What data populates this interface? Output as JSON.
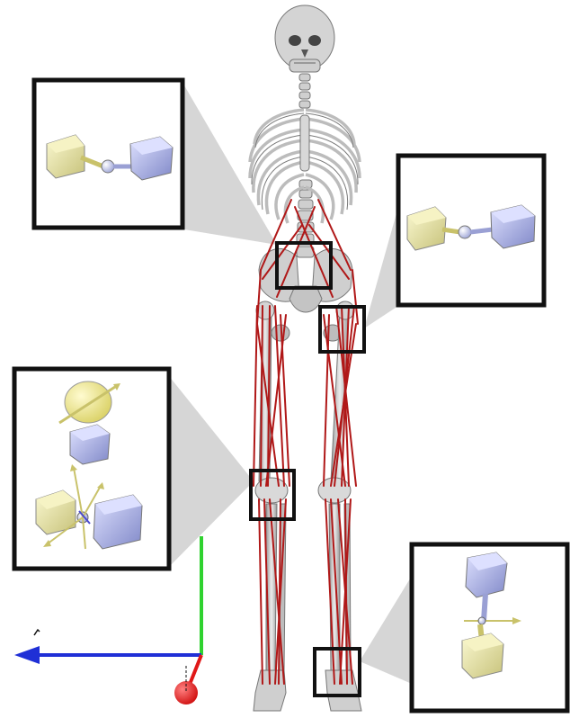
{
  "figure": {
    "axis_label_y": "",
    "inset_count": 4
  },
  "colors": {
    "bone": "#d9d9d9",
    "bone_dark": "#8a8a8a",
    "muscle": "#b01818",
    "box_stroke": "#111111",
    "cube_yellow": "#e9e6a6",
    "cube_blue": "#aeb4e6",
    "axis_blue": "#1f2fd6",
    "axis_green": "#2fd22f",
    "axis_red": "#e01818",
    "callout": "#cfcfcf"
  },
  "insets": [
    {
      "name": "inset-lumbar-joint",
      "joint": "ball-joint"
    },
    {
      "name": "inset-hip-joint",
      "joint": "ball-joint"
    },
    {
      "name": "inset-knee-joint",
      "joint": "custom-joint-with-axes"
    },
    {
      "name": "inset-ankle-joint",
      "joint": "pin-joint"
    }
  ]
}
